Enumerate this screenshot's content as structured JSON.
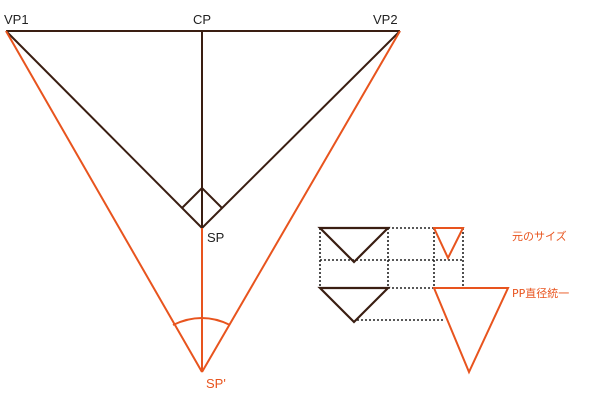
{
  "colors": {
    "dark": "#3a1e12",
    "black": "#222222",
    "accent": "#e8541e"
  },
  "labels": {
    "vp1": "VP1",
    "cp": "CP",
    "vp2": "VP2",
    "sp": "SP",
    "sp_prime": "SP'"
  },
  "notes": {
    "original_size": "元のサイズ",
    "pp_unified": "PP直径統一"
  }
}
